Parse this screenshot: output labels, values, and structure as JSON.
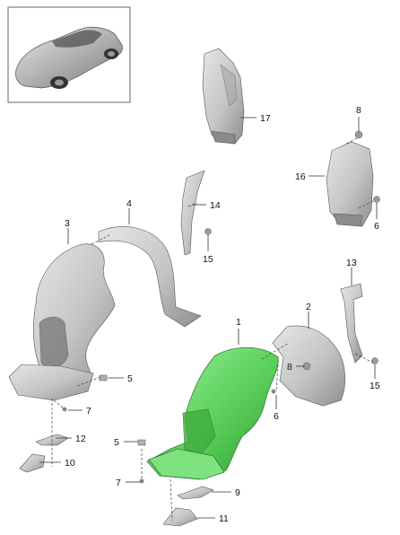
{
  "diagram": {
    "callouts": [
      "1",
      "2",
      "3",
      "4",
      "5",
      "5",
      "7",
      "7",
      "8",
      "8",
      "9",
      "10",
      "11",
      "12",
      "13",
      "14",
      "15",
      "15",
      "16",
      "17",
      "6",
      "6"
    ]
  },
  "colors": {
    "part_fill": "#c9c9c9",
    "part_shade": "#9e9e9e",
    "highlight_fill": "#6fd66f",
    "highlight_shade": "#3fae3f",
    "label_text": "#111111"
  },
  "thumbnail": {
    "icon": "car-thumbnail-icon"
  }
}
